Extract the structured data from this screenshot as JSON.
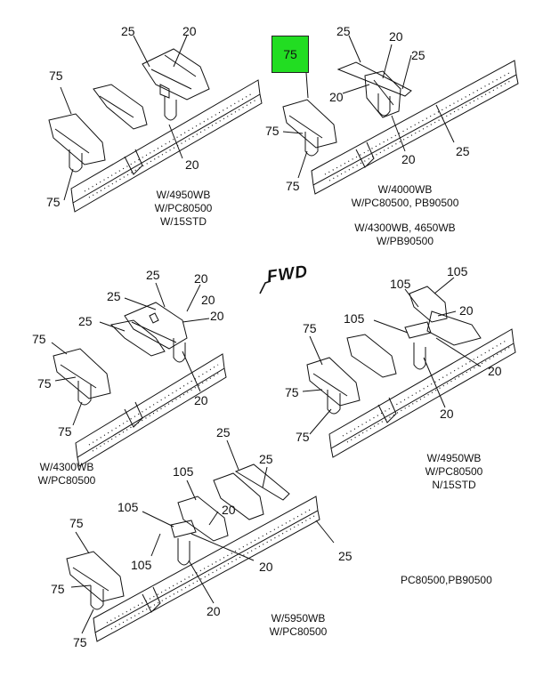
{
  "callouts": {
    "d1_25": "25",
    "d1_20a": "20",
    "d1_75a": "75",
    "d1_20b": "20",
    "d1_75b": "75",
    "d2_75_hl": "75",
    "d2_25a": "25",
    "d2_20a": "20",
    "d2_25b": "25",
    "d2_20b": "20",
    "d2_75a": "75",
    "d2_20c": "20",
    "d2_75b": "75",
    "d2_25c": "25",
    "d3_25a": "25",
    "d3_20a": "20",
    "d3_25b": "25",
    "d3_20b": "20",
    "d3_25c": "25",
    "d3_20c": "20",
    "d3_75a": "75",
    "d3_75b": "75",
    "d3_75c": "75",
    "d3_20d": "20",
    "d4_105a": "105",
    "d4_105b": "105",
    "d4_20a": "20",
    "d4_105c": "105",
    "d4_75a": "75",
    "d4_20b": "20",
    "d4_75b": "75",
    "d4_20c": "20",
    "d4_75c": "75",
    "d5_25a": "25",
    "d5_25b": "25",
    "d5_105a": "105",
    "d5_105b": "105",
    "d5_20a": "20",
    "d5_75a": "75",
    "d5_105c": "105",
    "d5_20b": "20",
    "d5_25c": "25",
    "d5_75b": "75",
    "d5_20c": "20",
    "d5_75c": "75"
  },
  "captions": {
    "d1": [
      "W/4950WB",
      "W/PC80500",
      "W/15STD"
    ],
    "d2": [
      "W/4000WB",
      "W/PC80500, PB90500"
    ],
    "d2b": [
      "W/4300WB, 4650WB",
      "W/PB90500"
    ],
    "d3": [
      "W/4300WB",
      "W/PC80500"
    ],
    "d4": [
      "W/4950WB",
      "W/PC80500",
      "N/15STD"
    ],
    "d5": [
      "W/5950WB",
      "W/PC80500"
    ]
  },
  "fwd_label": "FWD",
  "footer_code": "PC80500,PB90500",
  "colors": {
    "highlight": "#22dd22",
    "ink": "#111111"
  }
}
